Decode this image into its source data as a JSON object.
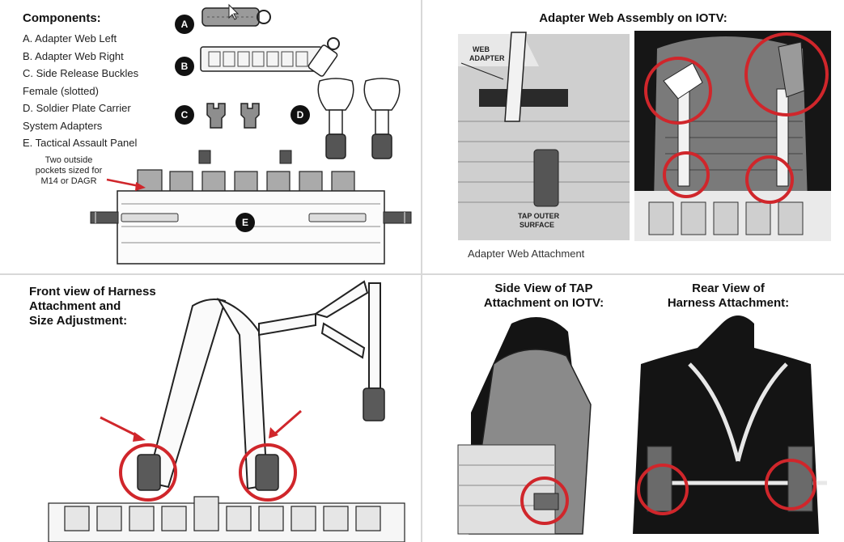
{
  "components": {
    "title": "Components:",
    "items": [
      "A.  Adapter Web Left",
      "B.  Adapter Web Right",
      "C.  Side Release Buckles",
      "      Female (slotted)",
      "D.  Soldier Plate Carrier",
      "      System Adapters",
      "E.  Tactical Assault Panel"
    ],
    "badges": [
      "A",
      "B",
      "C",
      "D",
      "E"
    ],
    "pocket_note": [
      "Two outside",
      "pockets sized for",
      "M14 or DAGR"
    ]
  },
  "assembly": {
    "title": "Adapter Web Assembly on IOTV:",
    "callout_web": [
      "WEB",
      "ADAPTER"
    ],
    "callout_tap": [
      "TAP OUTER",
      "SURFACE"
    ],
    "caption": "Adapter Web Attachment"
  },
  "front": {
    "title": [
      "Front view of Harness",
      "Attachment and",
      "Size Adjustment:"
    ]
  },
  "side": {
    "title": [
      "Side View of TAP",
      "Attachment on IOTV:"
    ]
  },
  "rear": {
    "title": [
      "Rear View of",
      "Harness Attachment:"
    ]
  },
  "colors": {
    "highlight": "#d0262b",
    "vest_gray": "#8a8a8a",
    "dark": "#1a1a1a"
  }
}
